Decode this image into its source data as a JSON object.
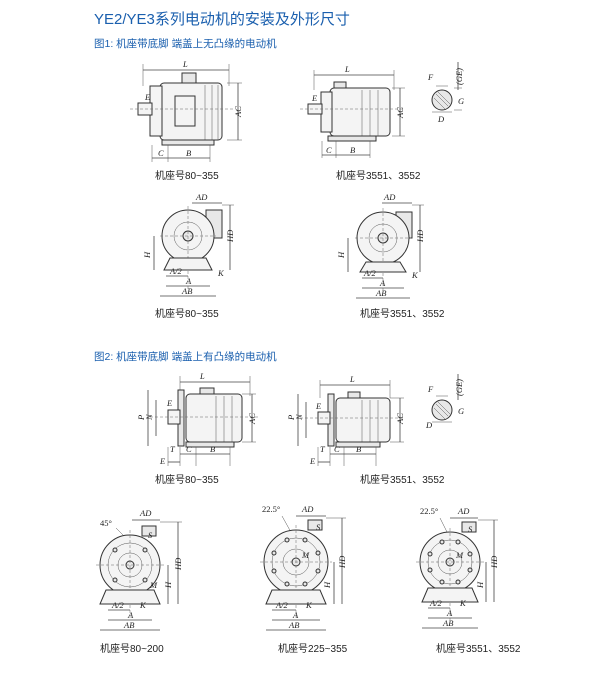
{
  "page_title": "YE2/YE3系列电动机的安装及外形尺寸",
  "figure1": {
    "caption": "图1: 机座带底脚 端盖上无凸缘的电动机",
    "frames": [
      "机座号80~355",
      "机座号3551、3552",
      "机座号80~355",
      "机座号3551、3552"
    ]
  },
  "figure2": {
    "caption": "图2: 机座带底脚 端盖上有凸缘的电动机",
    "frames": [
      "机座号80~355",
      "机座号3551、3552",
      "机座号80~200",
      "机座号225~355",
      "机座号3551、3552"
    ]
  },
  "dimension_labels": {
    "L": "L",
    "AC": "AC",
    "E": "E",
    "C": "C",
    "B": "B",
    "AD": "AD",
    "HD": "HD",
    "H": "H",
    "A2": "A/2",
    "A": "A",
    "AB": "AB",
    "K": "K",
    "F": "F",
    "GE": "(GE)",
    "G": "G",
    "D": "D",
    "P": "P",
    "N": "N",
    "T": "T",
    "M": "M",
    "S": "S",
    "angle45": "45°",
    "angle225": "22.5°"
  }
}
